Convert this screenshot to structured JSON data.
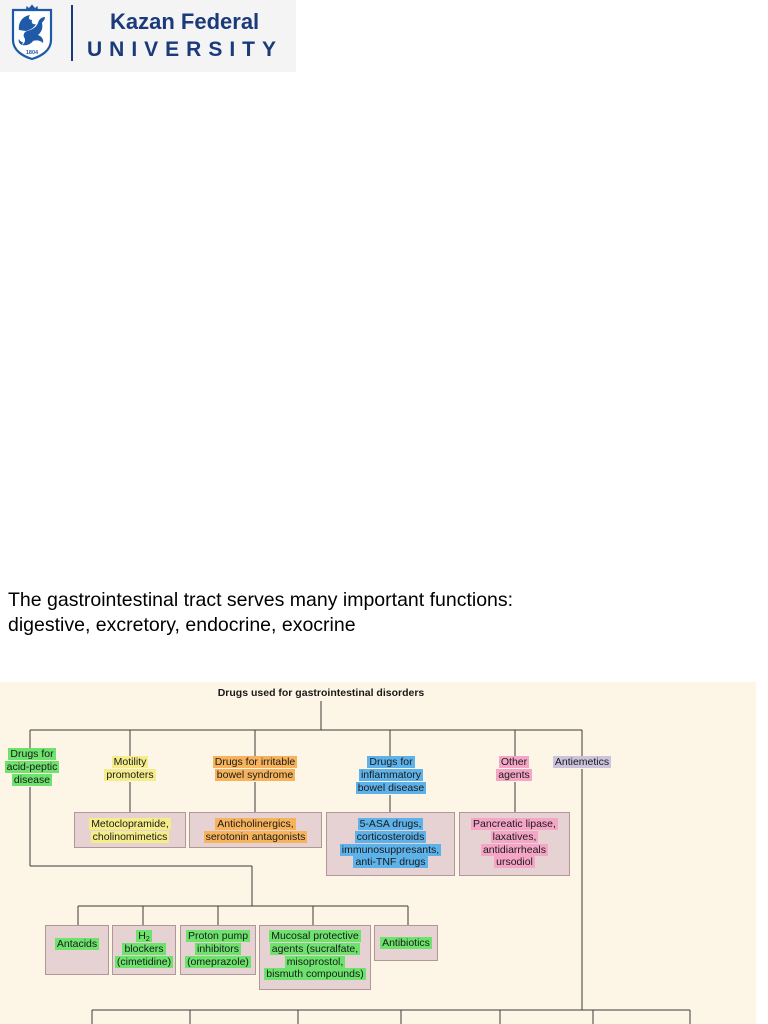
{
  "logo": {
    "line1": "Kazan Federal",
    "line2": "UNIVERSITY",
    "year": "1804"
  },
  "intro": {
    "line1": "The gastrointestinal tract serves many important functions:",
    "line2": "digestive, excretory, endocrine, exocrine"
  },
  "diagram": {
    "title": "Drugs used for gastrointestinal disorders",
    "categories": [
      {
        "label": "Drugs for\nacid-peptic\ndisease"
      },
      {
        "label": "Motility\npromoters",
        "box": "Metoclopramide,\ncholinomimetics"
      },
      {
        "label": "Drugs for irritable\nbowel syndrome",
        "box": "Anticholinergics,\nserotonin antagonists"
      },
      {
        "label": "Drugs for\ninflammatory\nbowel disease",
        "box": "5-ASA drugs,\ncorticosteroids\nimmunosuppresants,\nanti-TNF drugs"
      },
      {
        "label": "Other\nagents",
        "box": "Pancreatic lipase,\nlaxatives,\nantidiarrheals\nursodiol"
      },
      {
        "label": "Antiemetics"
      }
    ],
    "acid_peptic_drugs": [
      {
        "label": "Antacids"
      },
      {
        "symbol": "H",
        "sub": "2",
        "label": "blockers\n(cimetidine)"
      },
      {
        "label": "Proton pump\ninhibitors\n(omeprazole)"
      },
      {
        "label": "Mucosal protective\nagents (sucralfate,\nmisoprostol,\nbismuth compounds)"
      },
      {
        "label": "Antibiotics"
      }
    ]
  },
  "colors": {
    "brand": "#1b3a7a",
    "crest": "#1e5aa8",
    "diagram_background": "#fdf5e5",
    "box_fill": "#e6d2d2",
    "highlight_green": "#6de26d",
    "highlight_yellow": "#f5ec8a",
    "highlight_orange": "#f6b35c",
    "highlight_blue": "#5eb2ea",
    "highlight_pink": "#f5a5c5",
    "highlight_purple": "#cbc4dc"
  }
}
